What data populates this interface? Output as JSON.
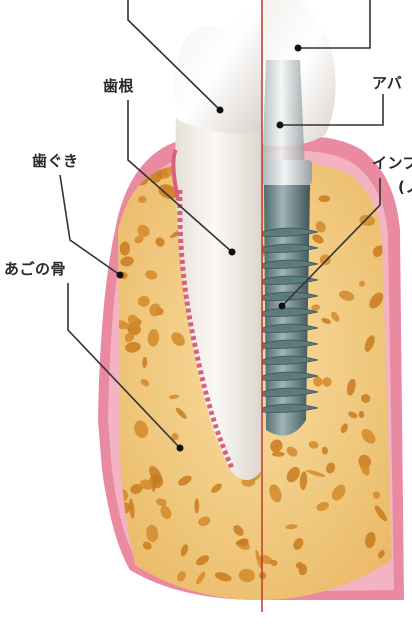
{
  "labels": {
    "root": "歯根",
    "gum": "歯ぐき",
    "jawbone": "あごの骨",
    "abutment": "アバ",
    "implant": "インプ",
    "implant_paren": "(ノ"
  },
  "colors": {
    "gum_outer": "#e98aa0",
    "gum_inner": "#f5b8c6",
    "bone": "#f3cf86",
    "bone_dark": "#e0a548",
    "bone_pore": "#d9952f",
    "tooth": "#f7f3ee",
    "implant": "#6f8a8e",
    "divider": "#c0392b",
    "leader": "#333333"
  }
}
